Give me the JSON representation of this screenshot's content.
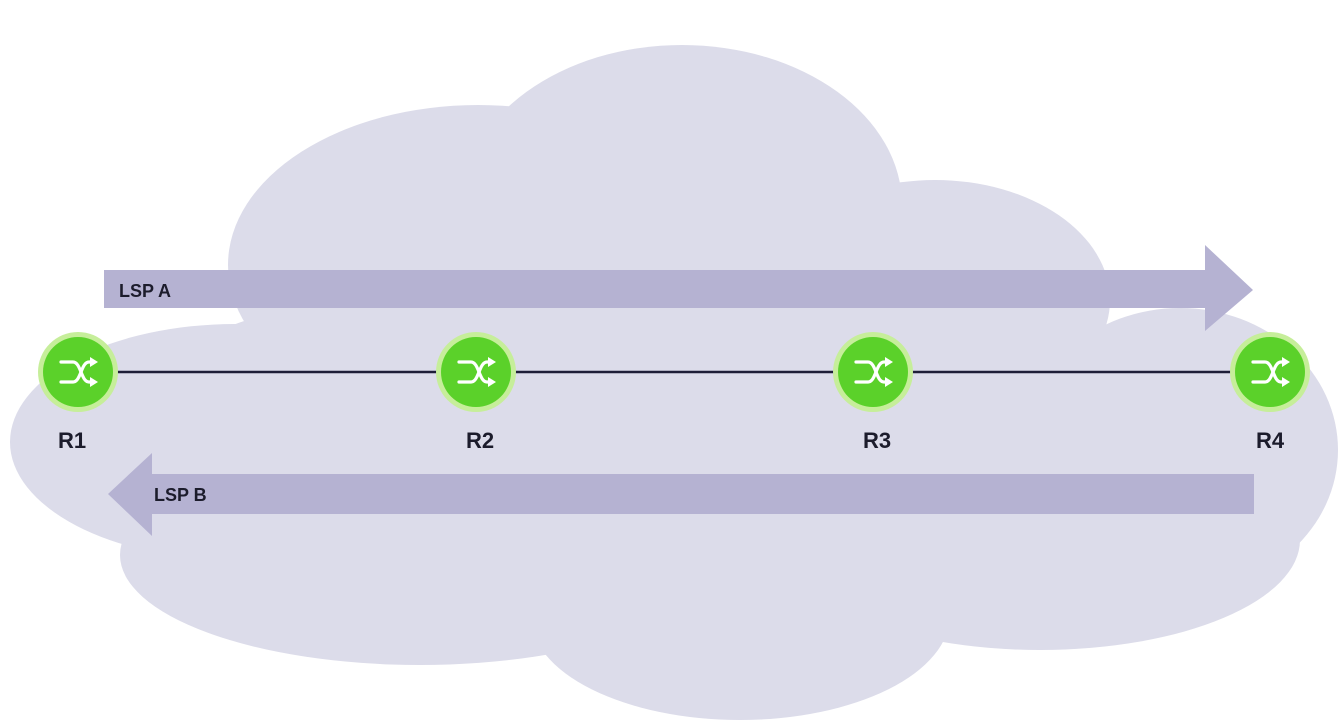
{
  "colors": {
    "cloud": "#dcdcea",
    "arrow": "#b5b2d2",
    "link": "#1e1e38",
    "router_fill": "#5bd12a",
    "router_ring": "#c6ee9a",
    "router_icon": "#ffffff",
    "text": "#1c1c2c"
  },
  "routers": [
    {
      "id": "R1",
      "label": "R1",
      "icon": "router-icon"
    },
    {
      "id": "R2",
      "label": "R2",
      "icon": "router-icon"
    },
    {
      "id": "R3",
      "label": "R3",
      "icon": "router-icon"
    },
    {
      "id": "R4",
      "label": "R4",
      "icon": "router-icon"
    }
  ],
  "links": [
    {
      "from": "R1",
      "to": "R2"
    },
    {
      "from": "R2",
      "to": "R3"
    },
    {
      "from": "R3",
      "to": "R4"
    }
  ],
  "lsps": [
    {
      "id": "lsp-a",
      "label": "LSP A",
      "from": "R1",
      "to": "R4"
    },
    {
      "id": "lsp-b",
      "label": "LSP B",
      "from": "R4",
      "to": "R1"
    }
  ]
}
